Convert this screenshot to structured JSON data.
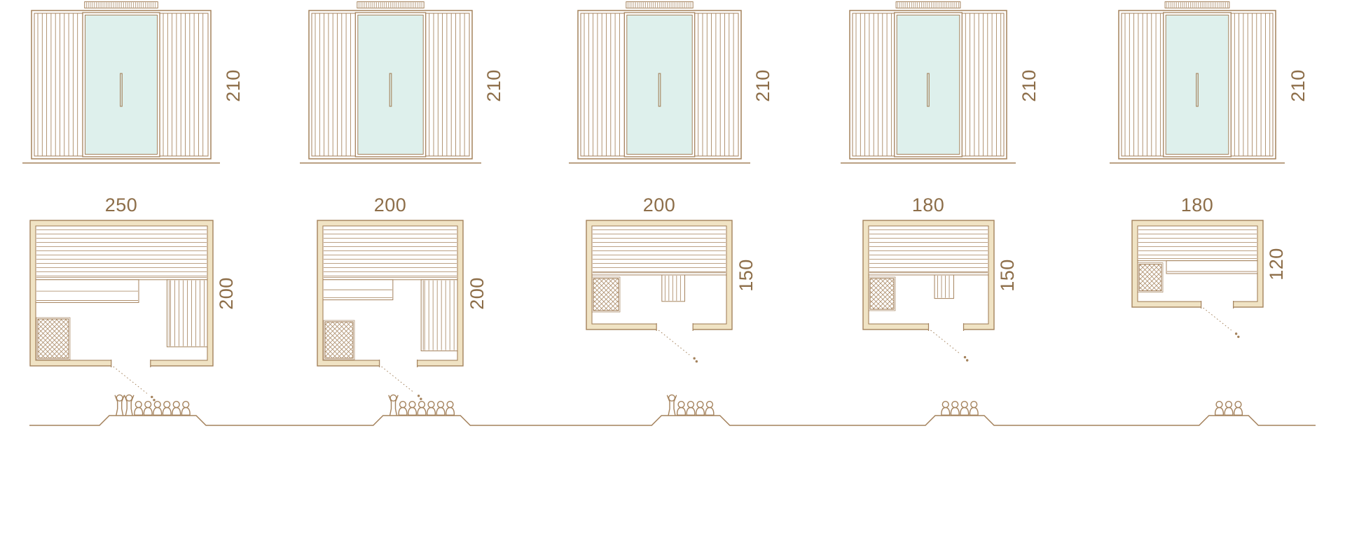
{
  "colors": {
    "line": "#a4825c",
    "text": "#8d6e49",
    "wall_fill": "#f0e3c4",
    "glass": "#def0ec",
    "background": "#ffffff"
  },
  "models": [
    {
      "id": "model-1",
      "elevation": {
        "height": "210"
      },
      "plan": {
        "width": "250",
        "depth": "200"
      },
      "capacity": {
        "standing": 2,
        "seated": 6,
        "total": 8
      },
      "features": {
        "heater_position": "bottom-left",
        "bench_layout": "l-shaped-two-tier",
        "door": "glass-center"
      }
    },
    {
      "id": "model-2",
      "elevation": {
        "height": "210"
      },
      "plan": {
        "width": "200",
        "depth": "200"
      },
      "capacity": {
        "standing": 1,
        "seated": 6,
        "total": 7
      },
      "features": {
        "heater_position": "bottom-left",
        "bench_layout": "l-shaped",
        "door": "glass-center"
      }
    },
    {
      "id": "model-3",
      "elevation": {
        "height": "210"
      },
      "plan": {
        "width": "200",
        "depth": "150"
      },
      "capacity": {
        "standing": 1,
        "seated": 4,
        "total": 5
      },
      "features": {
        "heater_position": "left",
        "bench_layout": "straight-with-step",
        "door": "glass-center"
      }
    },
    {
      "id": "model-4",
      "elevation": {
        "height": "210"
      },
      "plan": {
        "width": "180",
        "depth": "150"
      },
      "capacity": {
        "standing": 0,
        "seated": 4,
        "total": 4
      },
      "features": {
        "heater_position": "left",
        "bench_layout": "straight-with-step",
        "door": "glass-center"
      }
    },
    {
      "id": "model-5",
      "elevation": {
        "height": "210"
      },
      "plan": {
        "width": "180",
        "depth": "120"
      },
      "capacity": {
        "standing": 0,
        "seated": 3,
        "total": 3
      },
      "features": {
        "heater_position": "left",
        "bench_layout": "straight",
        "door": "glass-center"
      }
    }
  ]
}
